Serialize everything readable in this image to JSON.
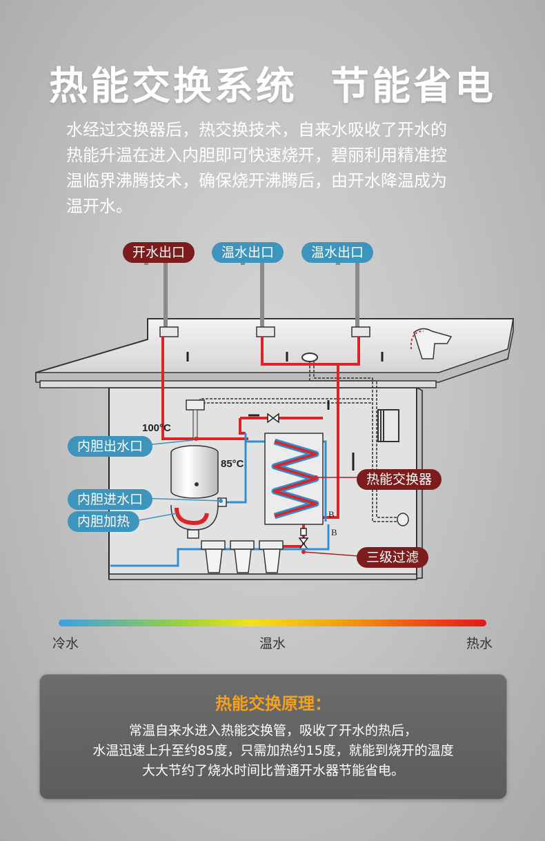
{
  "header": {
    "title_part1": "热能交换系统",
    "title_part2": "节能省电",
    "intro_lines": [
      "水经过交换器后，热交换技术，自来水吸收了开水的",
      "热能升温在进入内胆即可快速烧开，碧丽利用精准控",
      "温临界沸腾技术，确保烧开沸腾后，由开水降温成为",
      "温开水。"
    ]
  },
  "diagram": {
    "outlets": {
      "boiling": "开水出口",
      "warm1": "温水出口",
      "warm2": "温水出口"
    },
    "labels": {
      "tank_outlet": "内胆出水口",
      "tank_inlet": "内胆进水口",
      "tank_heating": "内胆加热",
      "heat_exchanger": "热能交换器",
      "filter": "三级过滤"
    },
    "temps": {
      "boil": "100°C",
      "warm": "85°C"
    },
    "valve_marks": [
      "B",
      "B"
    ]
  },
  "scale": {
    "cold": "冷水",
    "warm": "温水",
    "hot": "热水"
  },
  "principle": {
    "title": "热能交换原理：",
    "lines": [
      "常温自来水进入热能交换管，吸收了开水的热后，",
      "水温迅速上升至约85度，只需加热约15度，就能到烧开的温度",
      "大大节约了烧水时间比普通开水器节能省电。"
    ]
  },
  "colors": {
    "hot_pipe": "#d9252a",
    "cold_pipe": "#2f8fd0",
    "label_red": "#7d1c1c",
    "label_blue": "#3d95bd",
    "accent": "#f6a11b"
  }
}
